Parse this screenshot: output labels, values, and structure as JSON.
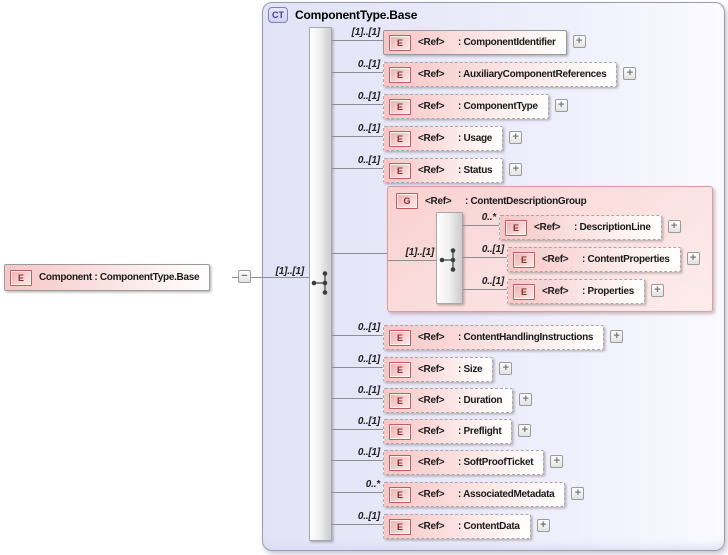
{
  "source_element": {
    "icon": "E",
    "label": "Component : ComponentType.Base",
    "cardinality": "[1]..[1]",
    "toggle": "−"
  },
  "complex_type": {
    "badge": "CT",
    "title": "ComponentType.Base",
    "compositor_icon": "sequence-icon"
  },
  "sequence": [
    {
      "type": "element",
      "icon": "E",
      "ref": "<Ref>",
      "name": ": ComponentIdentifier",
      "cardinality": "[1]..[1]",
      "expand": "+"
    },
    {
      "type": "element",
      "icon": "E",
      "ref": "<Ref>",
      "name": ": AuxiliaryComponentReferences",
      "cardinality": "0..[1]",
      "expand": "+"
    },
    {
      "type": "element",
      "icon": "E",
      "ref": "<Ref>",
      "name": ": ComponentType",
      "cardinality": "0..[1]",
      "expand": "+"
    },
    {
      "type": "element",
      "icon": "E",
      "ref": "<Ref>",
      "name": ": Usage",
      "cardinality": "0..[1]",
      "expand": "+"
    },
    {
      "type": "element",
      "icon": "E",
      "ref": "<Ref>",
      "name": ": Status",
      "cardinality": "0..[1]",
      "expand": "+"
    },
    {
      "type": "group",
      "icon": "G",
      "ref": "<Ref>",
      "name": ": ContentDescriptionGroup",
      "cardinality": "[1]..[1]",
      "compositor_icon": "sequence-icon",
      "children": [
        {
          "icon": "E",
          "ref": "<Ref>",
          "name": ": DescriptionLine",
          "cardinality": "0..*",
          "expand": "+"
        },
        {
          "icon": "E",
          "ref": "<Ref>",
          "name": ": ContentProperties",
          "cardinality": "0..[1]",
          "expand": "+"
        },
        {
          "icon": "E",
          "ref": "<Ref>",
          "name": ": Properties",
          "cardinality": "0..[1]",
          "expand": "+"
        }
      ]
    },
    {
      "type": "element",
      "icon": "E",
      "ref": "<Ref>",
      "name": ": ContentHandlingInstructions",
      "cardinality": "0..[1]",
      "expand": "+"
    },
    {
      "type": "element",
      "icon": "E",
      "ref": "<Ref>",
      "name": ": Size",
      "cardinality": "0..[1]",
      "expand": "+"
    },
    {
      "type": "element",
      "icon": "E",
      "ref": "<Ref>",
      "name": ": Duration",
      "cardinality": "0..[1]",
      "expand": "+"
    },
    {
      "type": "element",
      "icon": "E",
      "ref": "<Ref>",
      "name": ": Preflight",
      "cardinality": "0..[1]",
      "expand": "+"
    },
    {
      "type": "element",
      "icon": "E",
      "ref": "<Ref>",
      "name": ": SoftProofTicket",
      "cardinality": "0..[1]",
      "expand": "+"
    },
    {
      "type": "element",
      "icon": "E",
      "ref": "<Ref>",
      "name": ": AssociatedMetadata",
      "cardinality": "0..*",
      "expand": "+"
    },
    {
      "type": "element",
      "icon": "E",
      "ref": "<Ref>",
      "name": ": ContentData",
      "cardinality": "0..[1]",
      "expand": "+"
    }
  ],
  "colors": {
    "element_fill": "#f6c7c7",
    "element_icon_border": "#c05c5c",
    "group_fill": "#fbdede",
    "container_fill": "#e6e6f9",
    "badge_border": "#8080bb",
    "connector": "#8f8f8f"
  }
}
